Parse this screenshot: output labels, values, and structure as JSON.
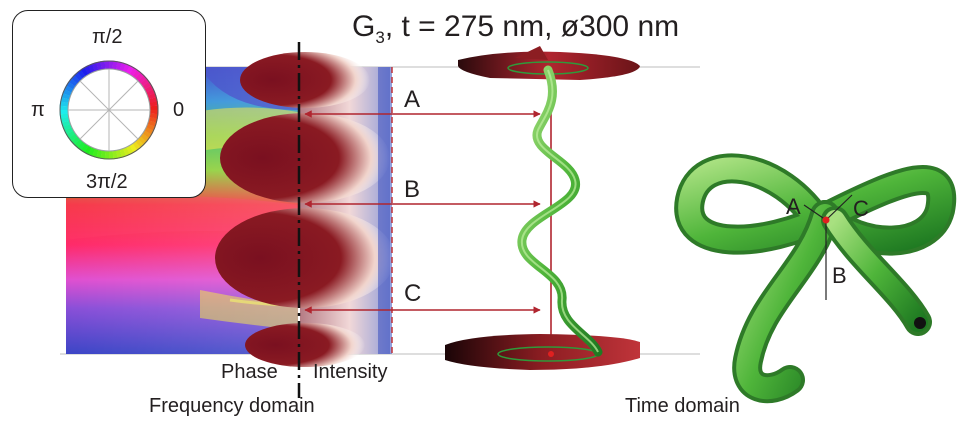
{
  "title": {
    "base": "G",
    "sub": "3",
    "rest": ", t = 275 nm, ø300 nm"
  },
  "legend": {
    "top": "π/2",
    "left": "π",
    "right": "0",
    "bottom": "3π/2"
  },
  "markers": [
    "A",
    "B",
    "C"
  ],
  "knot_markers": [
    "A",
    "C",
    "B"
  ],
  "column_labels": {
    "phase": "Phase",
    "intensity": "Intensity"
  },
  "domain_labels": {
    "frequency": "Frequency domain",
    "time": "Time domain"
  },
  "colors": {
    "arrow": "#b0252f",
    "ribbon": "#8c1d22",
    "tube": "#4fb53a",
    "intensity_dark": "#7a1020"
  }
}
